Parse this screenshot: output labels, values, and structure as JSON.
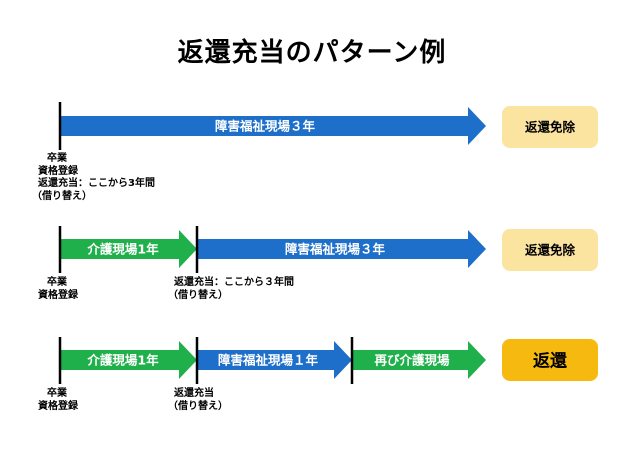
{
  "title": "返還充当のパターン例",
  "colors": {
    "blue": "#1E6FC9",
    "green": "#1FB04C",
    "exempt_box": "#FBE3A0",
    "repay_box": "#F6B90F",
    "timeline_tick": "#000000",
    "arrow_text": "#ffffff"
  },
  "rows": [
    {
      "segments": [
        {
          "label": "障害福祉現場３年",
          "color": "blue"
        }
      ],
      "outcome": "返還免除",
      "outcome_style": "exempt",
      "notes": [
        [
          "卒業",
          "資格登録",
          "返還充当：ここから3年間",
          "（借り替え）"
        ]
      ]
    },
    {
      "segments": [
        {
          "label": "介護現場1年",
          "color": "green"
        },
        {
          "label": "障害福祉現場３年",
          "color": "blue"
        }
      ],
      "outcome": "返還免除",
      "outcome_style": "exempt",
      "notes": [
        [
          "卒業",
          "資格登録"
        ],
        [
          "返還充当：ここから３年間",
          "（借り替え）"
        ]
      ]
    },
    {
      "segments": [
        {
          "label": "介護現場1年",
          "color": "green"
        },
        {
          "label": "障害福祉現場１年",
          "color": "blue"
        },
        {
          "label": "再び介護現場",
          "color": "green"
        }
      ],
      "outcome": "返還",
      "outcome_style": "repay",
      "notes": [
        [
          "卒業",
          "資格登録"
        ],
        [
          "返還充当",
          "（借り替え）"
        ]
      ]
    }
  ]
}
